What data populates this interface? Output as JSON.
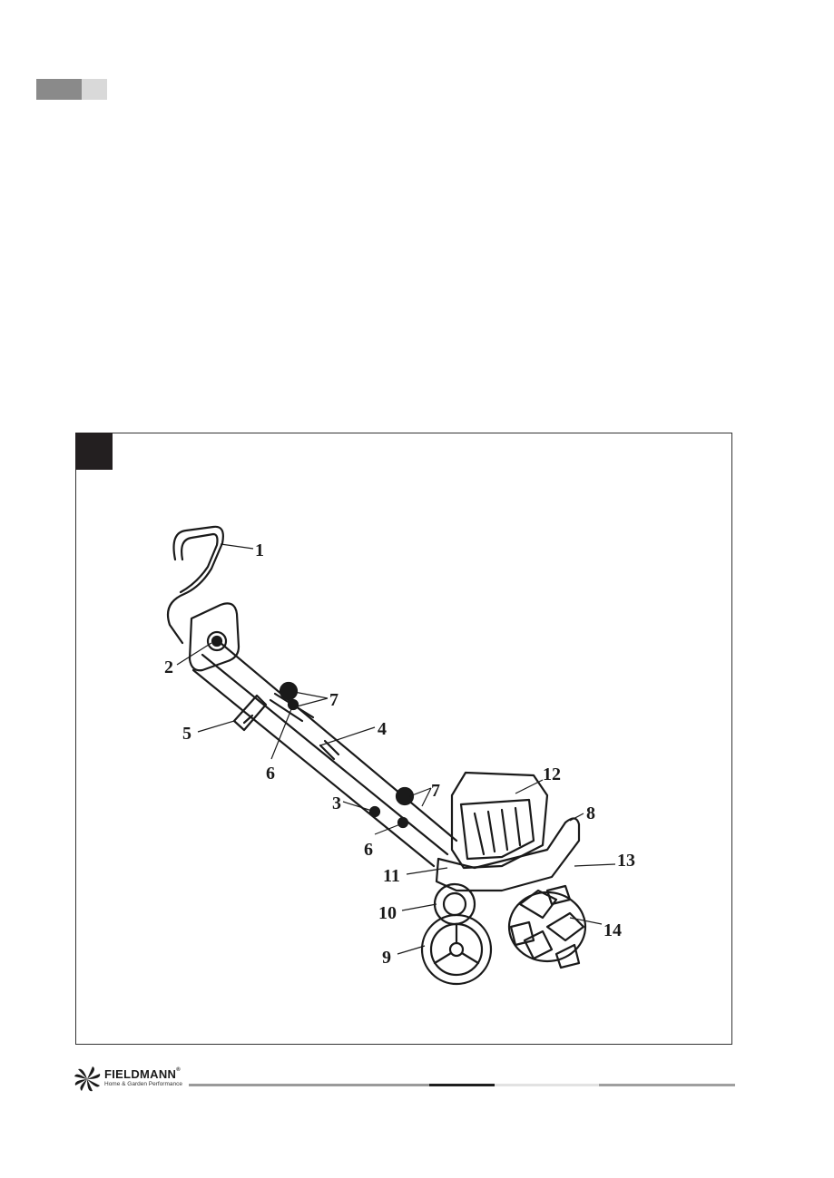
{
  "figure": {
    "callouts": [
      "1",
      "2",
      "3",
      "4",
      "5",
      "6",
      "6",
      "7",
      "7",
      "8",
      "9",
      "10",
      "11",
      "12",
      "13",
      "14"
    ]
  },
  "footer": {
    "brand": "FIELDMANN",
    "brand_mark": "®",
    "tagline": "Home & Garden Performance"
  },
  "colors": {
    "tab_dark": "#8a8a8a",
    "tab_light": "#d9d9d9",
    "figure_tag": "#231f20"
  }
}
